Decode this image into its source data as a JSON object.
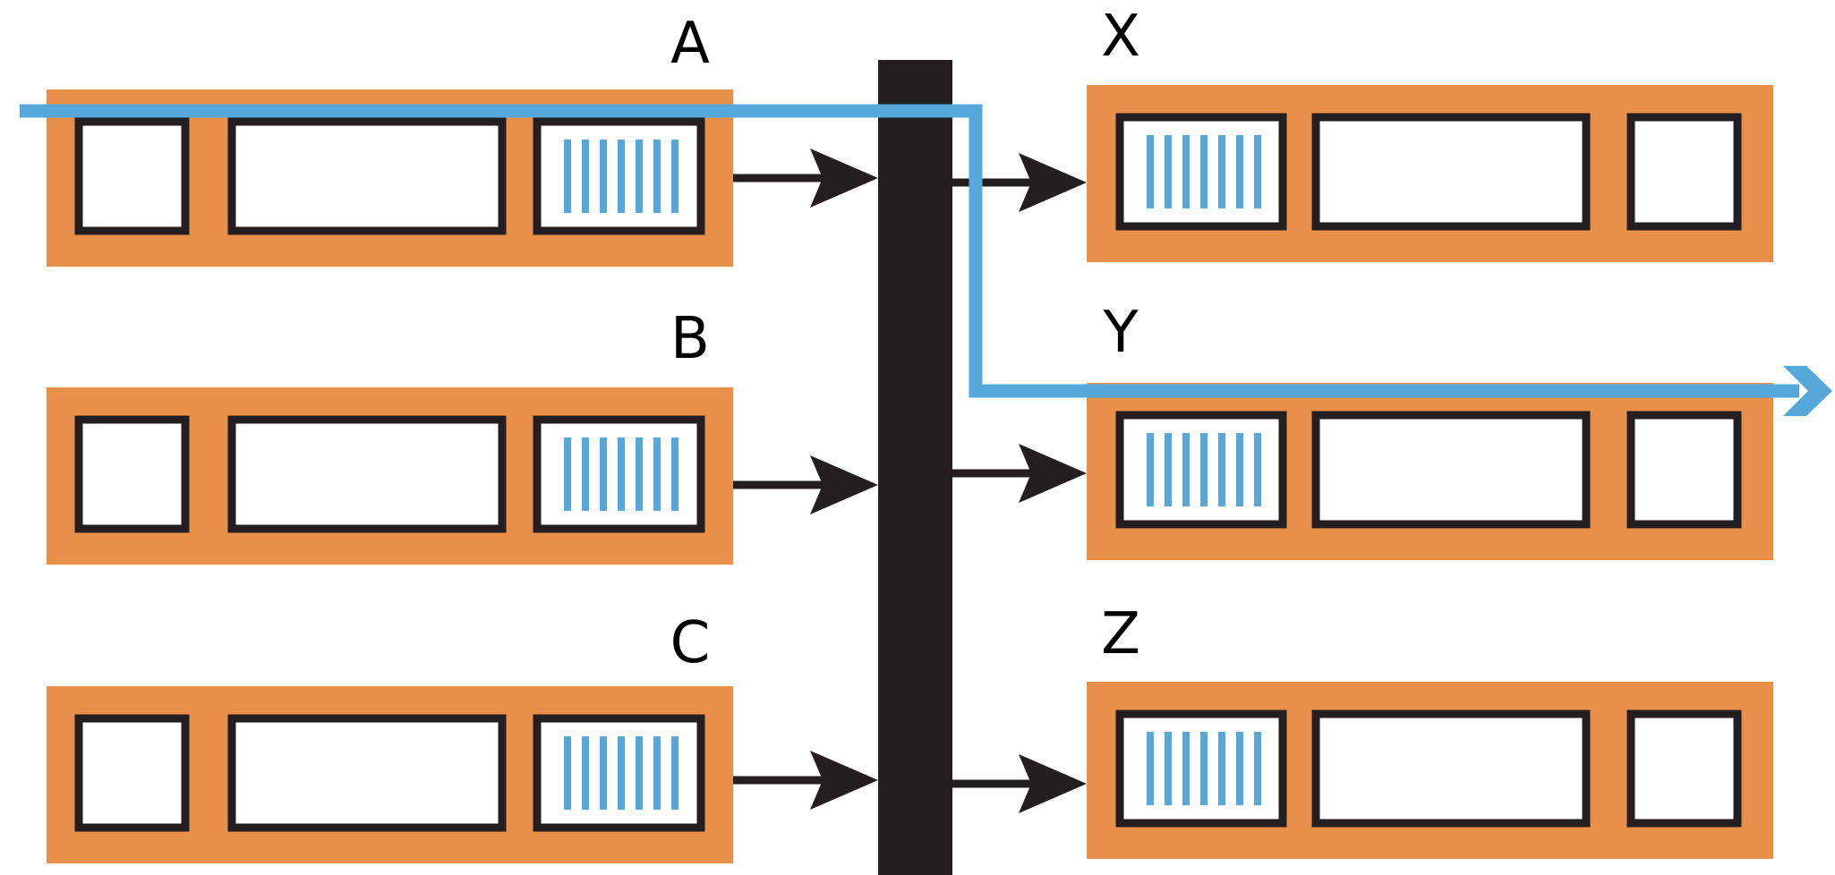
{
  "labels": {
    "sources": [
      "A",
      "B",
      "C"
    ],
    "destinations": [
      "X",
      "Y",
      "Z"
    ]
  },
  "colors": {
    "node_fill": "#E8904A",
    "frame": "#231F20",
    "stripe": "#56A8DB",
    "route": "#56A8DB",
    "bus": "#231F20",
    "background": "#FFFFFF"
  },
  "node_parts": {
    "source": [
      "small-box",
      "wide-box",
      "striped-box"
    ],
    "destination": [
      "striped-box",
      "wide-box",
      "small-box"
    ]
  },
  "stripes_per_striped_box": 7,
  "highlighted_route": {
    "from": "A",
    "to": "Y"
  }
}
